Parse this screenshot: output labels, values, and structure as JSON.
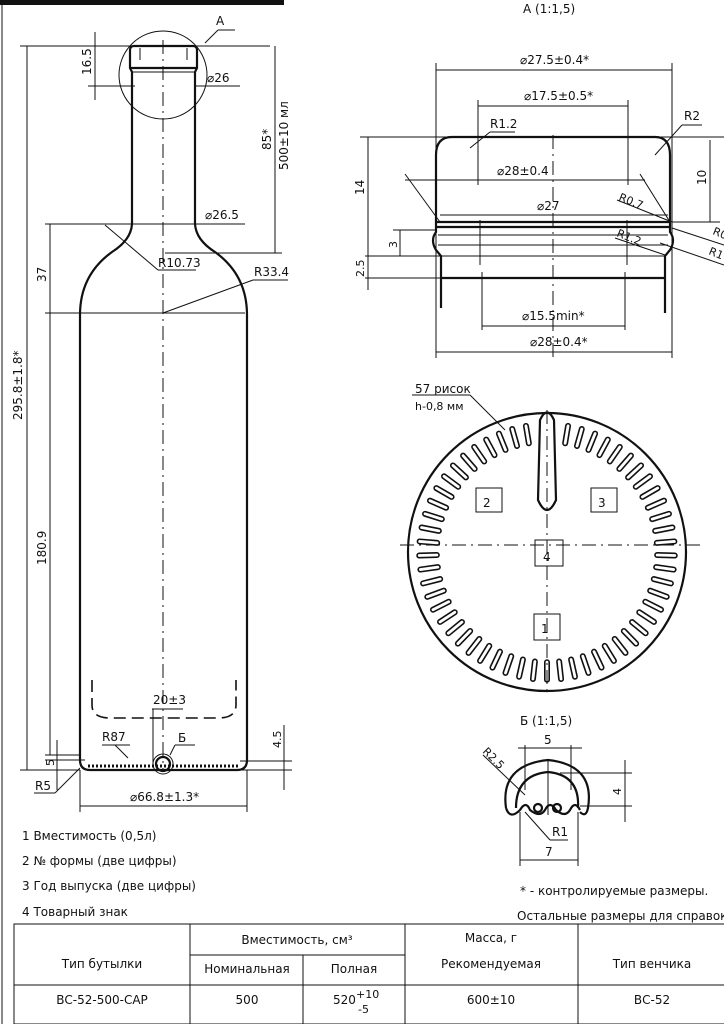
{
  "bottle": {
    "detail_a_ref": "А",
    "detail_b_ref": "Б",
    "dims": {
      "height_total": "295.8±1.8*",
      "shoulder_h": "37",
      "body_h": "180.9",
      "finish_h": "16.5",
      "fill_h": "85*",
      "fill_volume": "500±10 мл",
      "d_finish": "⌀26",
      "d_neck": "⌀26.5",
      "r_neck": "R10.73",
      "r_shoulder": "R33.4",
      "punt": "20±3",
      "r_base": "R87",
      "r_heel": "R5",
      "base_5": "5",
      "base_45": "4.5",
      "d_body": "⌀66.8±1.3*"
    }
  },
  "detail_a": {
    "title": "А (1:1,5)",
    "dims": {
      "d_top": "⌀27.5±0.4*",
      "d_inner": "⌀17.5±0.5*",
      "r12_top": "R1.2",
      "r2": "R2",
      "d28": "⌀28±0.4",
      "d27": "⌀27",
      "r07": "R0.7",
      "r12": "R1.2",
      "r_cut1": "R0",
      "r_cut2": "R1",
      "h14": "14",
      "h10": "10",
      "h3": "3",
      "h25": "2.5",
      "d_min": "⌀15.5min*",
      "d_bottom": "⌀28±0.4*"
    }
  },
  "base_view": {
    "knurl_note_1": "57 рисок",
    "knurl_note_2": "h-0,8 мм",
    "knurl_count": 57,
    "marks": [
      "1",
      "2",
      "3",
      "4"
    ]
  },
  "detail_b": {
    "title": "Б (1:1,5)",
    "dims": {
      "w5": "5",
      "r25": "R2.5",
      "h4": "4",
      "r1": "R1",
      "w7": "7"
    }
  },
  "notes": [
    "1  Вместимость (0,5л)",
    "2 № формы (две цифры)",
    "3 Год выпуска (две цифры)",
    "4 Товарный знак"
  ],
  "remarks": [
    "* - контролируемые размеры.",
    "Остальные размеры для справок."
  ],
  "table": {
    "h_type": "Тип бутылки",
    "h_capacity": "Вместимость, см³",
    "h_nominal": "Номинальная",
    "h_full": "Полная",
    "h_mass": "Масса, г",
    "h_mass_sub": "Рекомендуемая",
    "h_finish": "Тип венчика",
    "rows": [
      {
        "type": "ВС-52-500-САР",
        "nominal": "500",
        "full_base": "520",
        "full_plus": "+10",
        "full_minus": "-5",
        "mass": "600±10",
        "finish": "ВС-52"
      }
    ]
  }
}
